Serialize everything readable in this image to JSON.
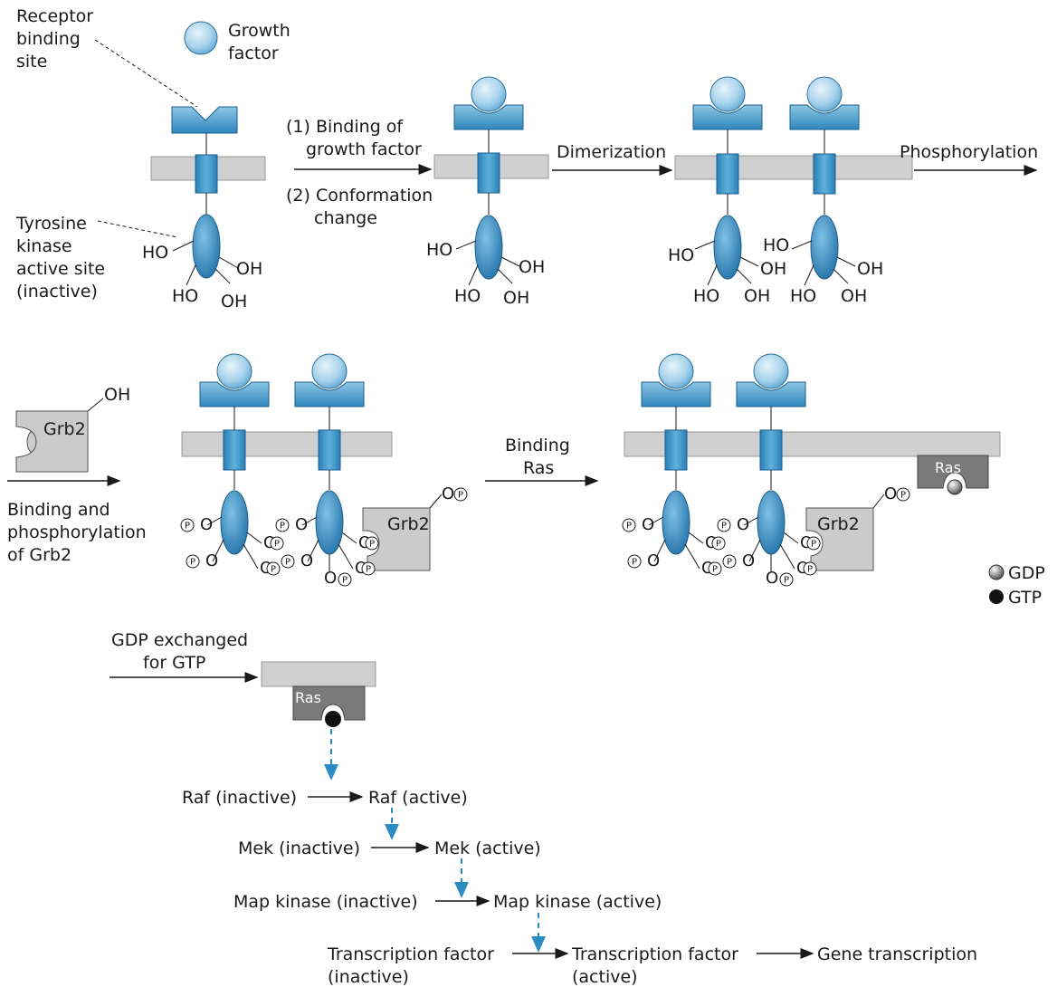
{
  "labels": {
    "receptor_binding_site": [
      "Receptor",
      "binding",
      "site"
    ],
    "growth_factor": [
      "Growth",
      "factor"
    ],
    "tyrosine_kinase": [
      "Tyrosine",
      "kinase",
      "active site",
      "(inactive)"
    ],
    "step1": "(1) Binding of",
    "step1b": "growth factor",
    "step2": "(2) Conformation",
    "step2b": "change",
    "dimerization": "Dimerization",
    "phosphorylation": "Phosphorylation",
    "binding_grb2": [
      "Binding and",
      "phosphorylation",
      "of Grb2"
    ],
    "binding_ras": [
      "Binding",
      "Ras"
    ],
    "gdp_exchange": [
      "GDP exchanged",
      "for GTP"
    ],
    "grb2": "Grb2",
    "ras": "Ras",
    "ho": "HO",
    "oh": "OH",
    "o": "O",
    "p": "P"
  },
  "legend": {
    "gdp": "GDP",
    "gtp": "GTP"
  },
  "cascade": {
    "raf_inactive": "Raf (inactive)",
    "raf_active": "Raf (active)",
    "mek_inactive": "Mek (inactive)",
    "mek_active": "Mek (active)",
    "map_inactive": "Map kinase (inactive)",
    "map_active": "Map kinase (active)",
    "tf_inactive": [
      "Transcription factor",
      "(inactive)"
    ],
    "tf_active": [
      "Transcription factor",
      "(active)"
    ],
    "gene_transcription": "Gene transcription"
  },
  "colors": {
    "receptor_blue": "#3c97c9",
    "membrane_gray": "#cfcfcf",
    "ras_dark": "#7a7a7a",
    "grb2_gray": "#cbcbcb",
    "cascade_arrow": "#2a8cc0"
  }
}
